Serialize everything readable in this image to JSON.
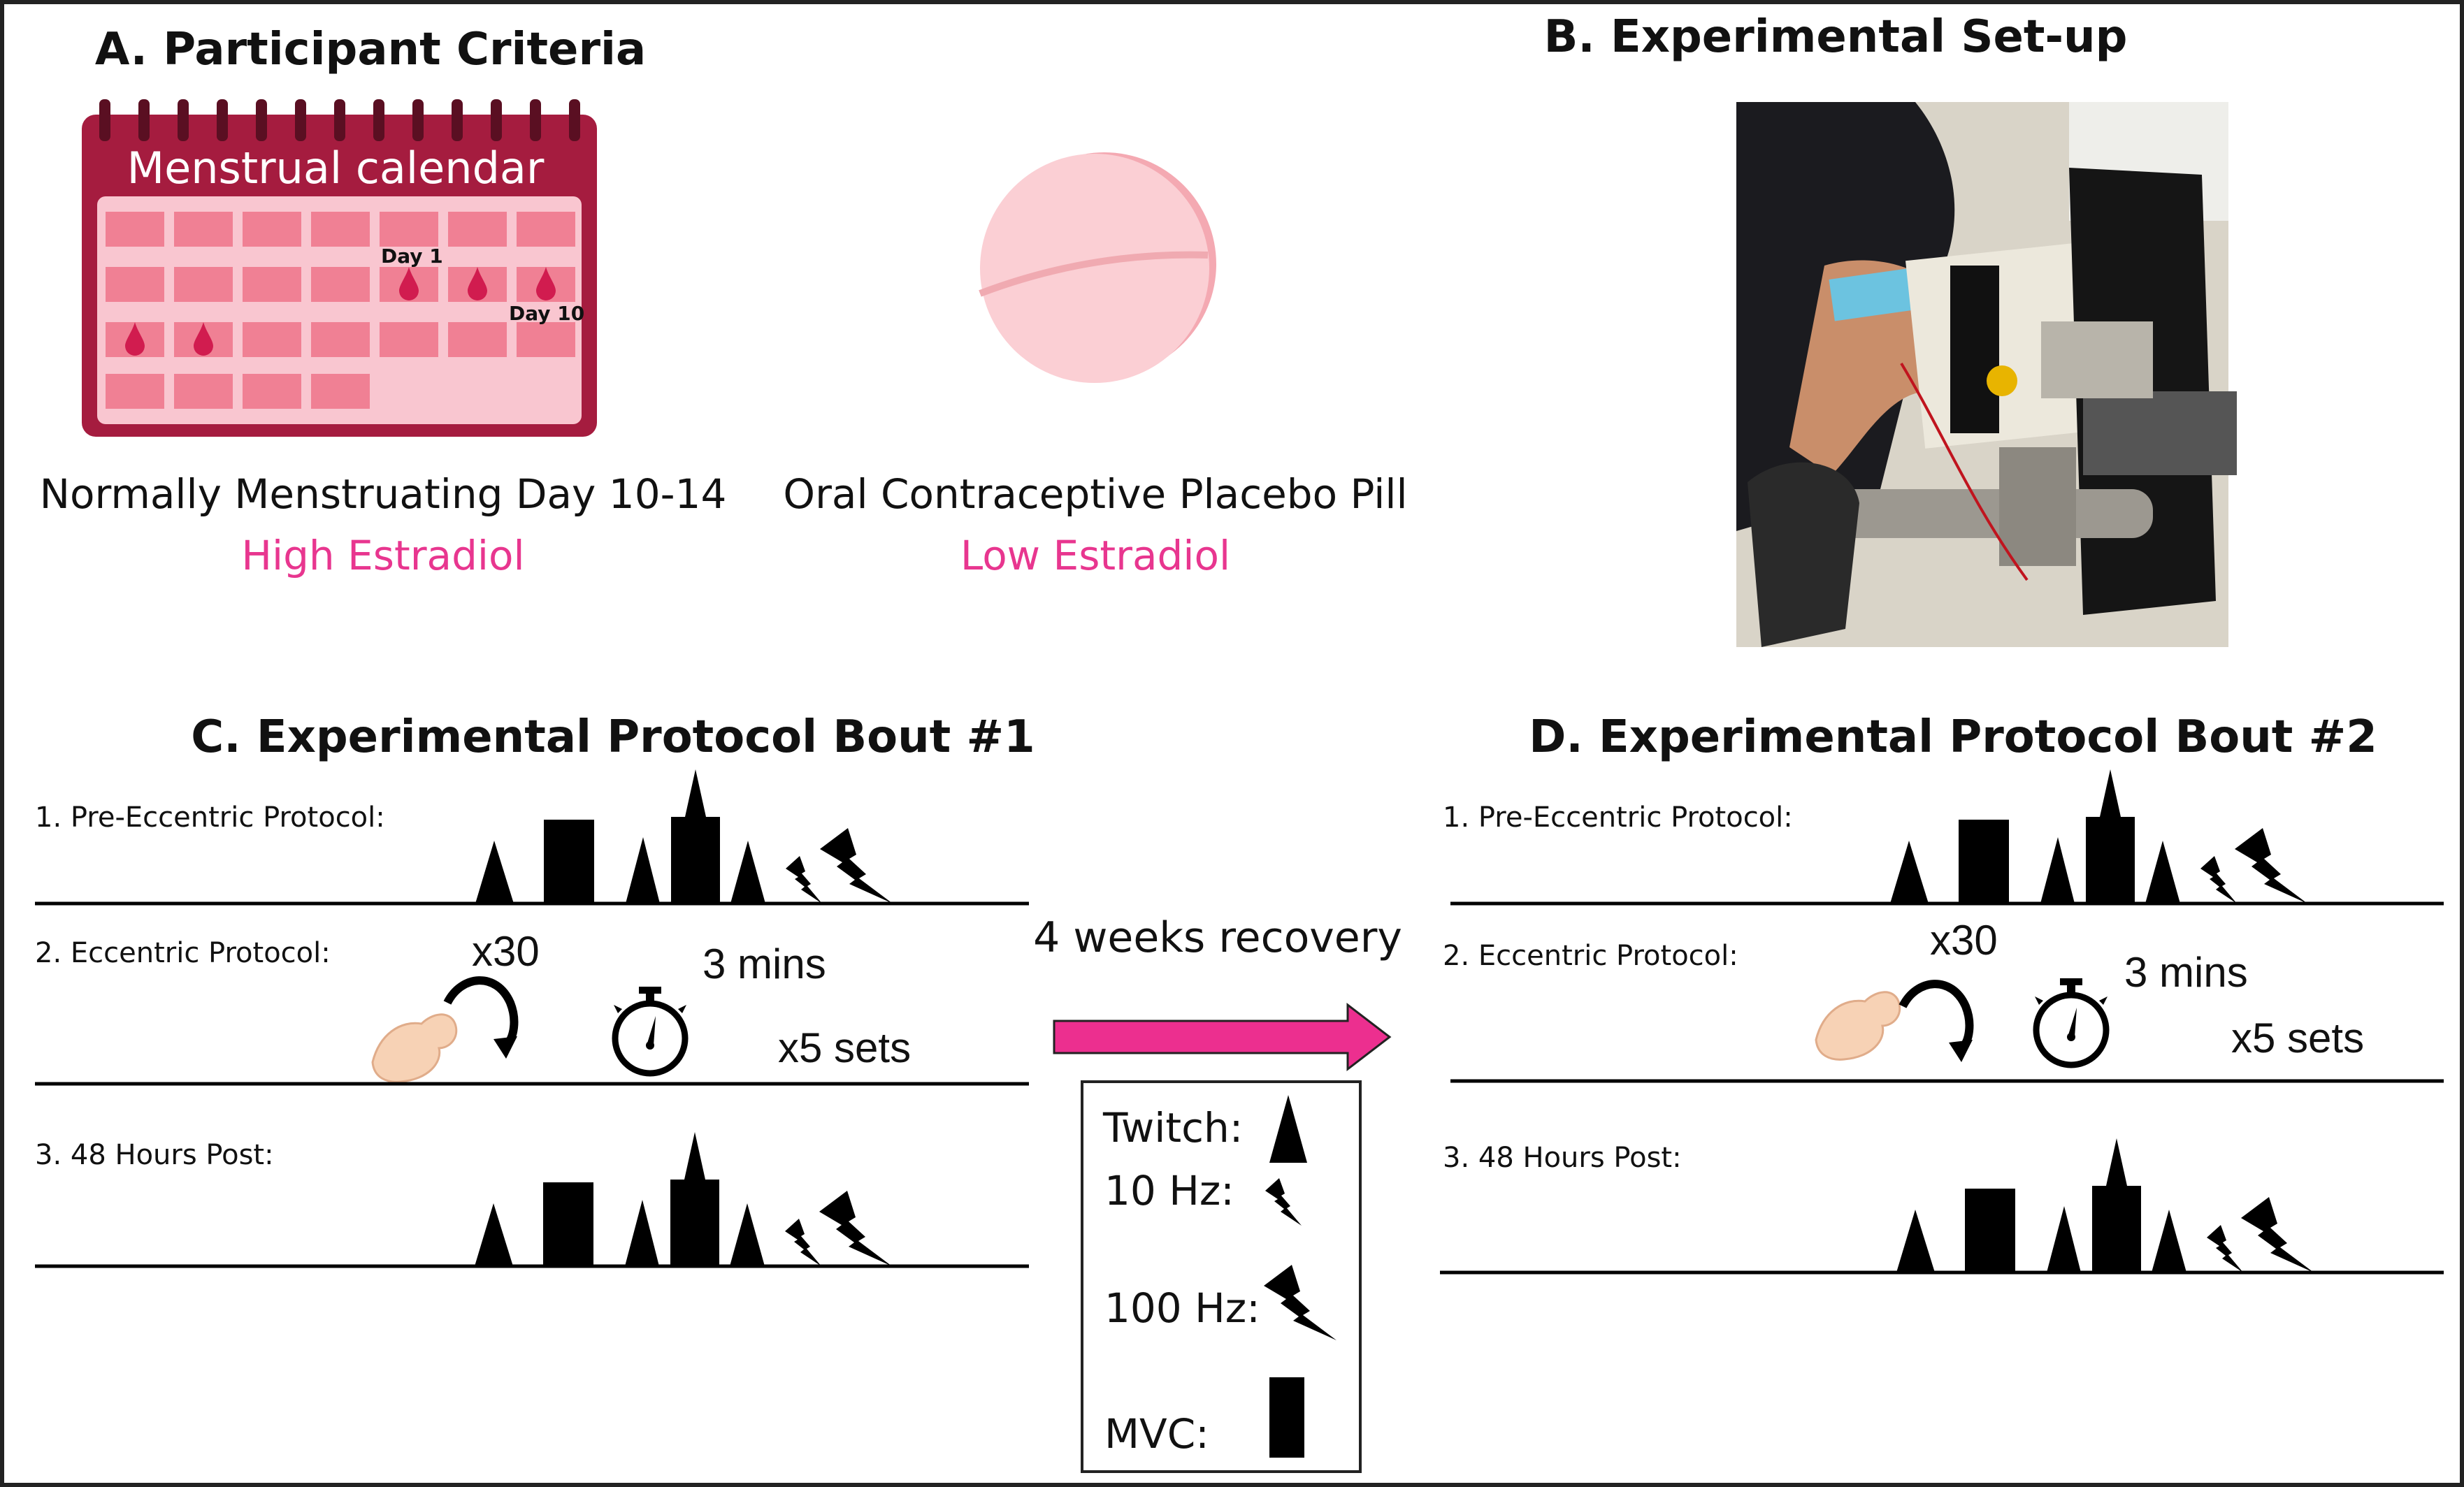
{
  "panel_a": {
    "title": "A. Participant Criteria",
    "calendar_title": "Menstrual calendar",
    "day1_label": "Day 1",
    "day10_label": "Day 10",
    "group1_label": "Normally Menstruating Day 10-14",
    "group1_hormone": "High Estradiol",
    "group2_label": "Oral Contraceptive Placebo Pill",
    "group2_hormone": "Low Estradiol"
  },
  "panel_b": {
    "title": "B. Experimental Set-up"
  },
  "panel_c": {
    "title": "C. Experimental Protocol Bout #1",
    "step1": "1. Pre-Eccentric Protocol:",
    "step2": "2. Eccentric Protocol:",
    "step3": "3. 48 Hours Post:",
    "reps": "x30",
    "rest": "3 mins",
    "sets": "x5 sets"
  },
  "panel_d": {
    "title": "D. Experimental Protocol Bout #2",
    "step1": "1. Pre-Eccentric Protocol:",
    "step2": "2. Eccentric Protocol:",
    "step3": "3. 48 Hours Post:",
    "reps": "x30",
    "rest": "3 mins",
    "sets": "x5 sets"
  },
  "recovery": {
    "label": "4 weeks recovery"
  },
  "legend": {
    "twitch": "Twitch:",
    "hz10": "10 Hz:",
    "hz100": "100 Hz:",
    "mvc": "MVC:"
  },
  "colors": {
    "accent_pink": "#e8368f",
    "arrow": "#ec2f8f",
    "calendar": "#a51c3f",
    "calendar_cells": "#f08094"
  }
}
